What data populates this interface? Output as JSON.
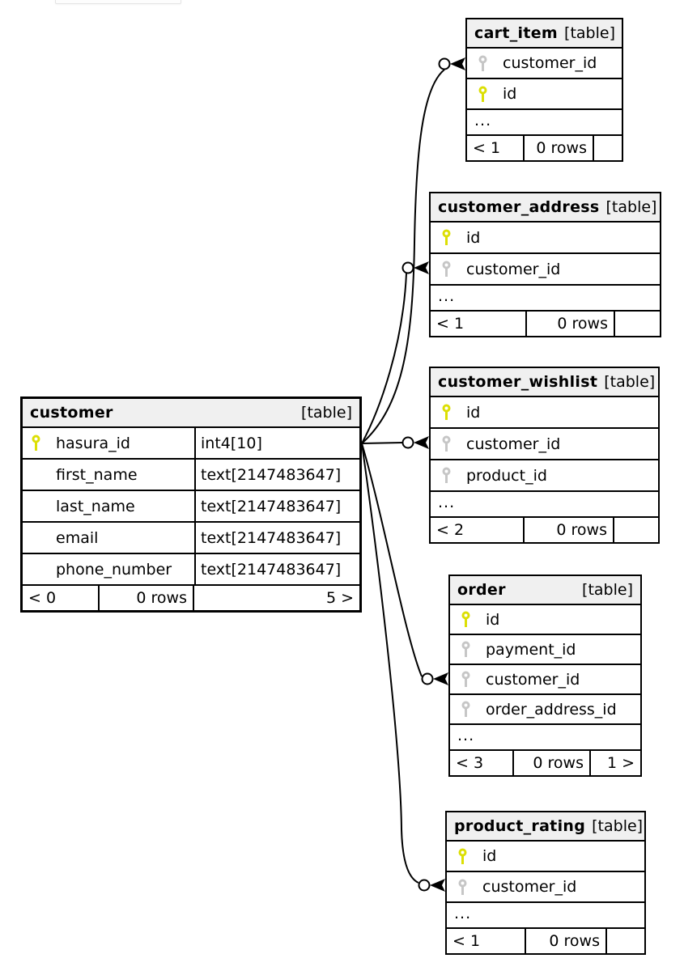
{
  "diagram": {
    "kind": "database relationships diagram",
    "focal_table": "customer",
    "colors": {
      "background": "#ffffff",
      "table_header_bg": "#f0f0f0",
      "border": "#000000",
      "primary_key": "#dcdf04",
      "foreign_key": "#c6c6c6",
      "edge": "#000000"
    }
  },
  "tables": [
    {
      "name": "cart_item",
      "tag": "[table]",
      "columns": [
        {
          "name": "customer_id",
          "key": "fk"
        },
        {
          "name": "id",
          "key": "pk"
        }
      ],
      "ellipsis": "...",
      "footer": {
        "left": "< 1",
        "center": "0 rows",
        "right": ""
      }
    },
    {
      "name": "customer_address",
      "tag": "[table]",
      "columns": [
        {
          "name": "id",
          "key": "pk"
        },
        {
          "name": "customer_id",
          "key": "fk"
        }
      ],
      "ellipsis": "...",
      "footer": {
        "left": "< 1",
        "center": "0 rows",
        "right": ""
      }
    },
    {
      "name": "customer_wishlist",
      "tag": "[table]",
      "columns": [
        {
          "name": "id",
          "key": "pk"
        },
        {
          "name": "customer_id",
          "key": "fk"
        },
        {
          "name": "product_id",
          "key": "fk"
        }
      ],
      "ellipsis": "...",
      "footer": {
        "left": "< 2",
        "center": "0 rows",
        "right": ""
      }
    },
    {
      "name": "customer",
      "tag": "[table]",
      "columns": [
        {
          "name": "hasura_id",
          "key": "pk",
          "type": "int4[10]"
        },
        {
          "name": "first_name",
          "key": "",
          "type": "text[2147483647]"
        },
        {
          "name": "last_name",
          "key": "",
          "type": "text[2147483647]"
        },
        {
          "name": "email",
          "key": "",
          "type": "text[2147483647]"
        },
        {
          "name": "phone_number",
          "key": "",
          "type": "text[2147483647]"
        }
      ],
      "footer": {
        "left": "< 0",
        "center": "0 rows",
        "right": "5 >"
      }
    },
    {
      "name": "order",
      "tag": "[table]",
      "columns": [
        {
          "name": "id",
          "key": "pk"
        },
        {
          "name": "payment_id",
          "key": "fk"
        },
        {
          "name": "customer_id",
          "key": "fk"
        },
        {
          "name": "order_address_id",
          "key": "fk"
        }
      ],
      "ellipsis": "...",
      "footer": {
        "left": "< 3",
        "center": "0 rows",
        "right": "1 >"
      }
    },
    {
      "name": "product_rating",
      "tag": "[table]",
      "columns": [
        {
          "name": "id",
          "key": "pk"
        },
        {
          "name": "customer_id",
          "key": "fk"
        }
      ],
      "ellipsis": "...",
      "footer": {
        "left": "< 1",
        "center": "0 rows",
        "right": ""
      }
    }
  ],
  "relationships": [
    {
      "from": "customer.hasura_id",
      "to": "cart_item.customer_id",
      "end_marker": "open-circle crow's-foot"
    },
    {
      "from": "customer.hasura_id",
      "to": "customer_address.customer_id",
      "end_marker": "open-circle crow's-foot"
    },
    {
      "from": "customer.hasura_id",
      "to": "customer_wishlist.customer_id",
      "end_marker": "open-circle crow's-foot"
    },
    {
      "from": "customer.hasura_id",
      "to": "order.customer_id",
      "end_marker": "open-circle crow's-foot"
    },
    {
      "from": "customer.hasura_id",
      "to": "product_rating.customer_id",
      "end_marker": "open-circle crow's-foot"
    }
  ]
}
